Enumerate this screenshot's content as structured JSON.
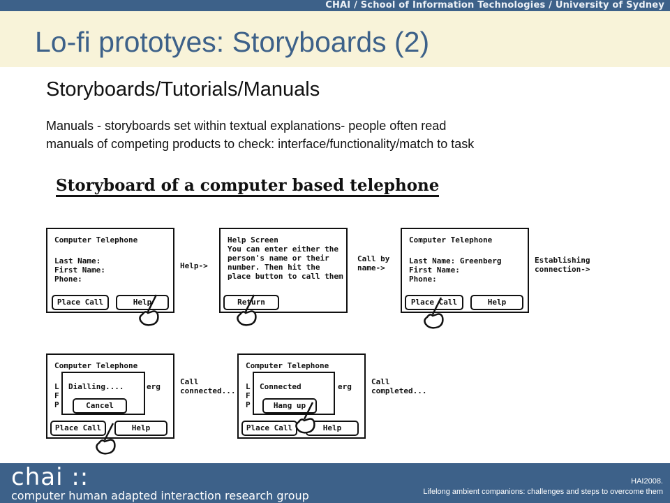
{
  "header": {
    "org_line": "CHAI / School of Information Technologies / University of Sydney",
    "slide_title": "Lo-fi prototyes: Storyboards (2)"
  },
  "content": {
    "subtitle": "Storyboards/Tutorials/Manuals",
    "body_line1": "Manuals - storyboards set within textual explanations- people often read",
    "body_line2": "manuals of competing products to check: interface/functionality/match to task"
  },
  "storyboard": {
    "title": "Storyboard of a computer based telephone",
    "screen1": {
      "title": "Computer Telephone",
      "field1": "Last Name:",
      "field2": "First Name:",
      "field3": "Phone:",
      "btn_left": "Place Call",
      "btn_right": "Help"
    },
    "caption1": "Help->",
    "screen2": {
      "line1": "Help Screen",
      "line2": "You can enter either the",
      "line3": "person's name or their",
      "line4": "number. Then hit the",
      "line5": "place button to call them",
      "btn": "Return"
    },
    "caption2_line1": "Call by",
    "caption2_line2": "name->",
    "screen3": {
      "title": "Computer Telephone",
      "field1": "Last Name: Greenberg",
      "field2": "First Name:",
      "field3": "Phone:",
      "btn_left": "Place Call",
      "btn_right": "Help"
    },
    "caption3_line1": "Establishing",
    "caption3_line2": "connection->",
    "screen4": {
      "title": "Computer Telephone",
      "peek1": "L",
      "peek2": "F",
      "peek3": "P",
      "peek_right": "erg",
      "popup_text": "Dialling....",
      "popup_btn": "Cancel",
      "btn_left": "Place Call",
      "btn_right": "Help"
    },
    "caption4_line1": "Call",
    "caption4_line2": "connected...",
    "screen5": {
      "title": "Computer Telephone",
      "peek1": "L",
      "peek2": "F",
      "peek3": "P",
      "peek_right": "erg",
      "popup_text": "Connected",
      "popup_btn": "Hang up",
      "btn_left": "Place Call",
      "btn_right": "Help"
    },
    "caption5_line1": "Call",
    "caption5_line2": "completed..."
  },
  "footer": {
    "logo": "chai ::",
    "logo_sub": "computer human adapted interaction research group",
    "conf": "HAI2008.",
    "talk": "Lifelong ambient companions: challenges and steps to overcome them"
  },
  "colors": {
    "brand_blue": "#3d6189",
    "title_band": "#f8f3d9"
  }
}
